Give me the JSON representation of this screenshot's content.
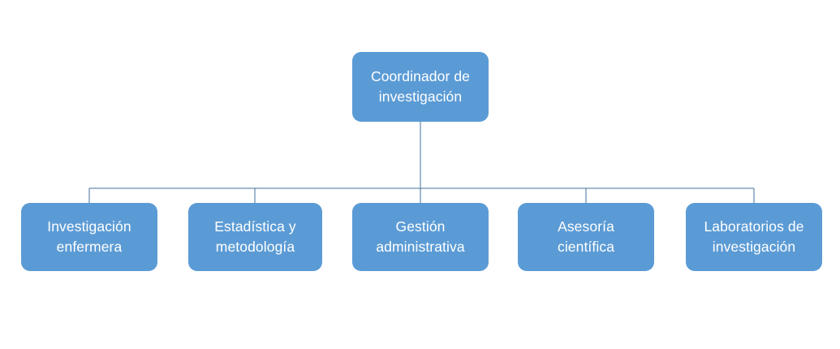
{
  "diagram": {
    "type": "organization-chart",
    "title": "Coordinador de investigación",
    "orientation": "top-down",
    "colors": {
      "node_fill": "#5B9BD5",
      "node_text": "#FFFFFF",
      "connector": "#41719C",
      "background": "#FFFFFF"
    },
    "root": {
      "id": "coordinador-de-investigacion",
      "label": "Coordinador de\ninvestigación",
      "line1": "Coordinador de",
      "line2": "investigación"
    },
    "children": [
      {
        "id": "investigacion-enfermera",
        "label": "Investigación\nenfermera",
        "line1": "Investigación",
        "line2": "enfermera"
      },
      {
        "id": "estadistica-y-metodologia",
        "label": "Estadística y\nmetodología",
        "line1": "Estadística y",
        "line2": "metodología"
      },
      {
        "id": "gestion-administrativa",
        "label": "Gestión\nadministrativa",
        "line1": "Gestión",
        "line2": "administrativa"
      },
      {
        "id": "asesoria-cientifica",
        "label": "Asesoría\ncientífica",
        "line1": "Asesoría",
        "line2": "científica"
      },
      {
        "id": "laboratorios-de-investigacion",
        "label": "Laboratorios de\ninvestigación",
        "line1": "Laboratorios de",
        "line2": "investigación"
      }
    ]
  }
}
